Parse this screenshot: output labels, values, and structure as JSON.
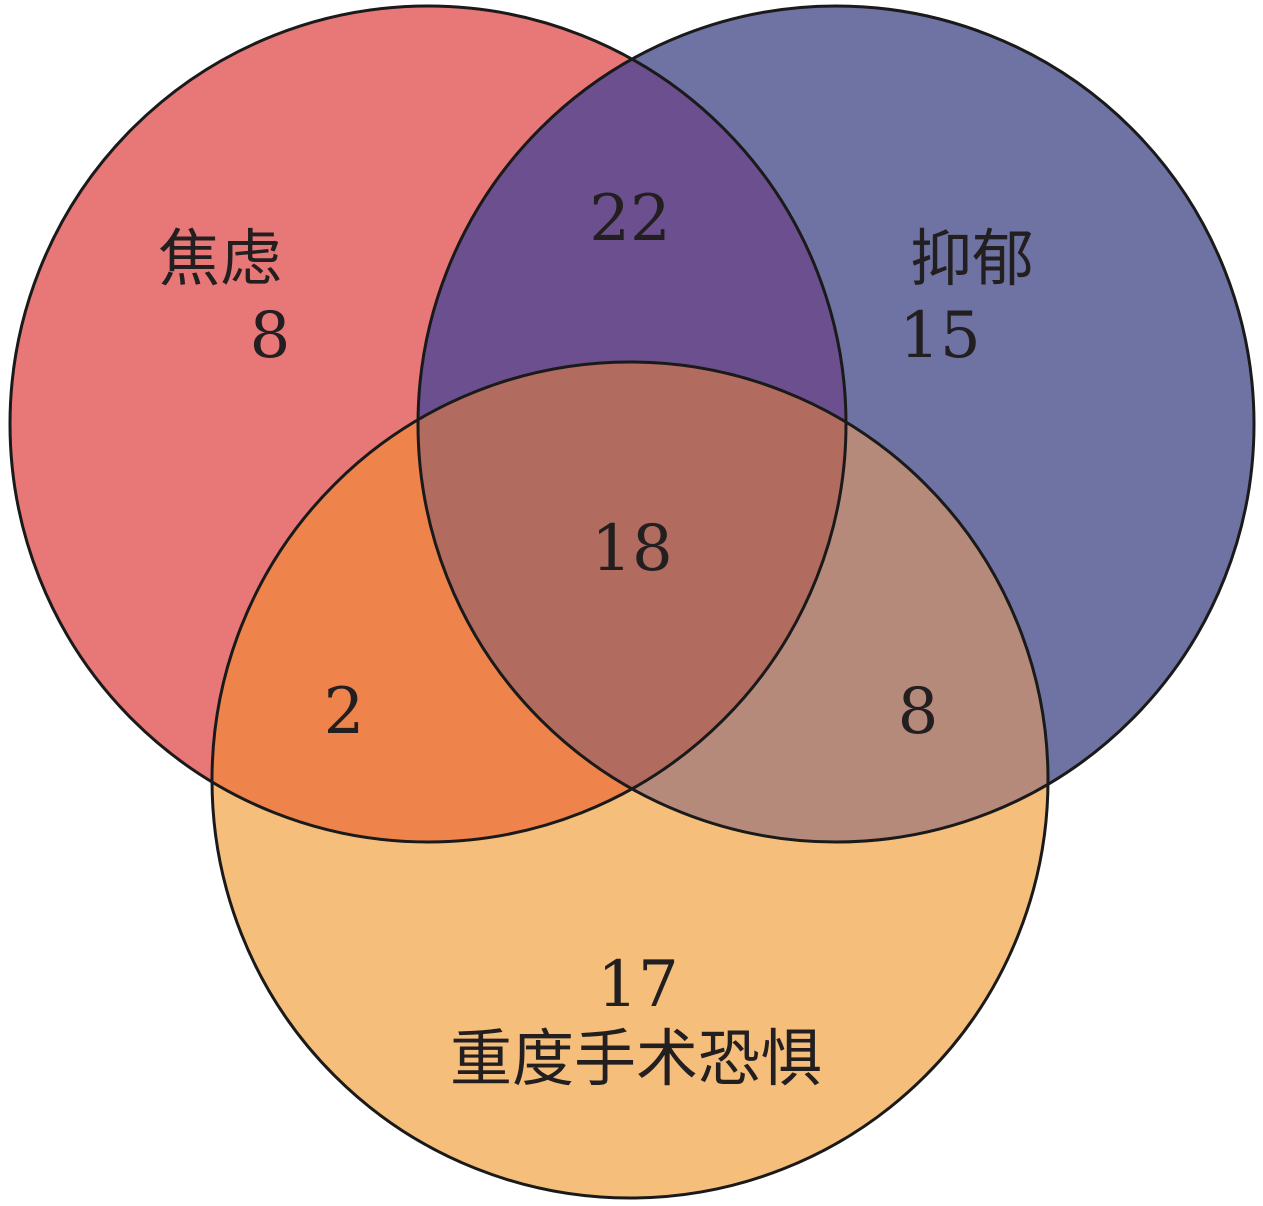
{
  "sets": [
    {
      "label": "焦虑",
      "color": "#e87878"
    },
    {
      "label": "抑郁",
      "color": "#6e73a3"
    },
    {
      "label": "重度手术恐惧",
      "color": "#f5bf7b"
    }
  ],
  "regions": {
    "anxiety_only": "8",
    "depression_only": "15",
    "fear_only": "17",
    "anxiety_depression": "22",
    "anxiety_fear": "2",
    "depression_fear": "8",
    "all_three": "18"
  },
  "region_colors": {
    "anxiety_depression": "#6c4f8e",
    "anxiety_fear": "#ee844b",
    "depression_fear": "#b58a7b",
    "all_three": "#b16b5f"
  }
}
